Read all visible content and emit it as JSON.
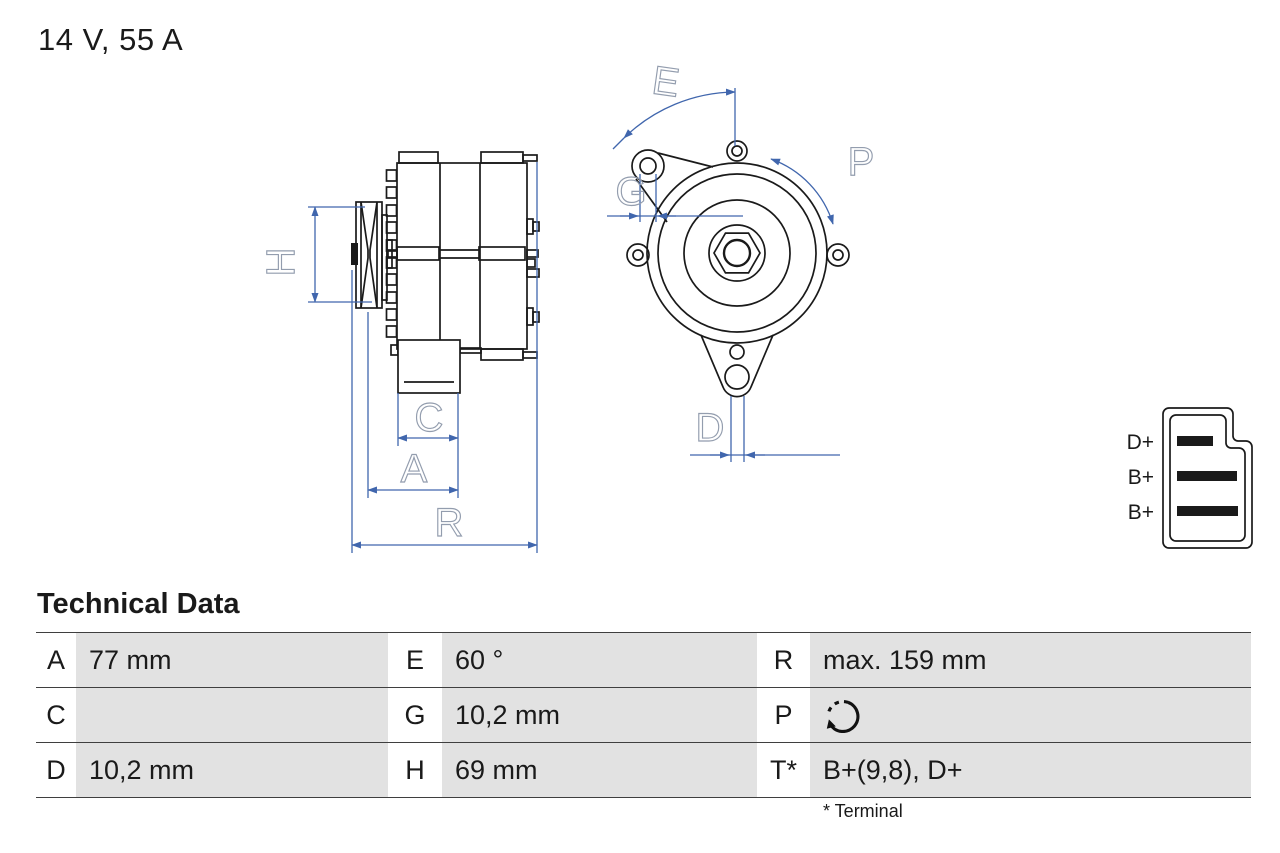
{
  "page": {
    "title": "14 V, 55 A"
  },
  "drawing": {
    "side_view_labels": {
      "H": "H",
      "C": "C",
      "A": "A",
      "R": "R"
    },
    "front_view_labels": {
      "E": "E",
      "G": "G",
      "P": "P",
      "D": "D"
    }
  },
  "connector": {
    "terminals": [
      "D+",
      "B+",
      "B+"
    ]
  },
  "technical_data": {
    "heading": "Technical Data",
    "rows": [
      [
        {
          "key": "A",
          "value": "77 mm"
        },
        {
          "key": "E",
          "value": "60 °"
        },
        {
          "key": "R",
          "value": "max. 159 mm"
        }
      ],
      [
        {
          "key": "C",
          "value": ""
        },
        {
          "key": "G",
          "value": "10,2 mm"
        },
        {
          "key": "P",
          "value": "",
          "icon": "rotation-ccw-icon"
        }
      ],
      [
        {
          "key": "D",
          "value": "10,2 mm"
        },
        {
          "key": "H",
          "value": "69 mm"
        },
        {
          "key": "T*",
          "value": "B+(9,8), D+"
        }
      ]
    ],
    "footnote": "* Terminal"
  },
  "colors": {
    "dimension_line": "#4066ad",
    "dimension_label": "#939dae",
    "drawing_line": "#1a1a1a",
    "table_value_bg": "#e2e2e2",
    "table_border": "#3f3f3f",
    "text": "#1a1a1a",
    "background": "#ffffff"
  }
}
